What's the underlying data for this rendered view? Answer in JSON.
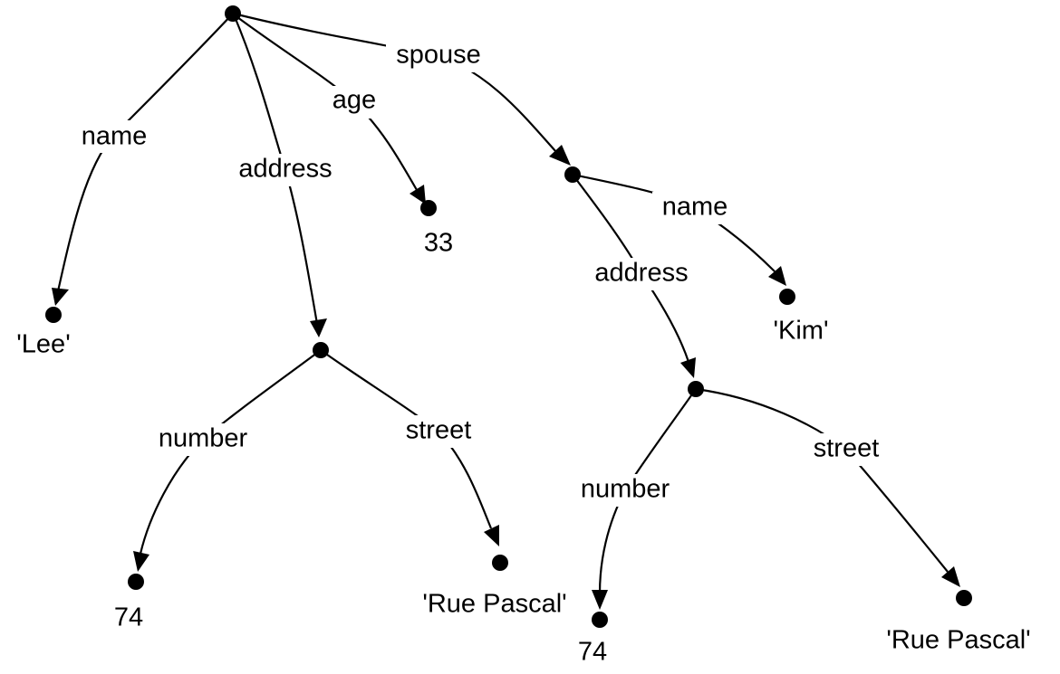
{
  "edge_labels": {
    "root_name": "name",
    "root_address": "address",
    "root_age": "age",
    "root_spouse": "spouse",
    "addr_number": "number",
    "addr_street": "street",
    "spouse_name": "name",
    "spouse_address": "address",
    "spouse_addr_number": "number",
    "spouse_addr_street": "street"
  },
  "values": {
    "root_name": "'Lee'",
    "root_age": "33",
    "addr_number": "74",
    "addr_street": "'Rue Pascal'",
    "spouse_name": "'Kim'",
    "spouse_addr_number": "74",
    "spouse_addr_street": "'Rue Pascal'"
  }
}
